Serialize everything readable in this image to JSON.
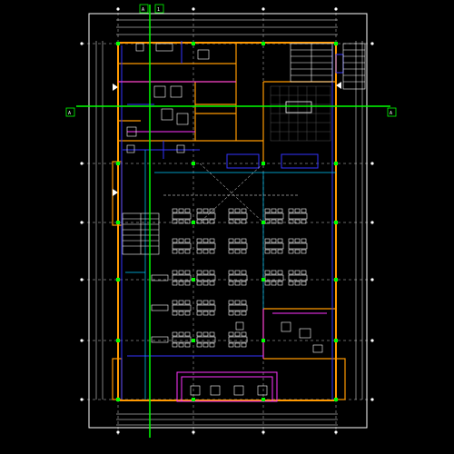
{
  "drawing": {
    "background_color": "#000000",
    "colors": {
      "border": "#ffffff",
      "grid_line": "#00ff00",
      "wall": "#ff9900",
      "blue_line": "#3333ff",
      "magenta_line": "#ff33ff",
      "cyan_line": "#00ccff",
      "furniture": "#ffffff",
      "marker": "#ffffff"
    },
    "grid_markers": {
      "top_left": "A",
      "top_mid": "1",
      "right_side": "A",
      "left_side": "A"
    }
  }
}
